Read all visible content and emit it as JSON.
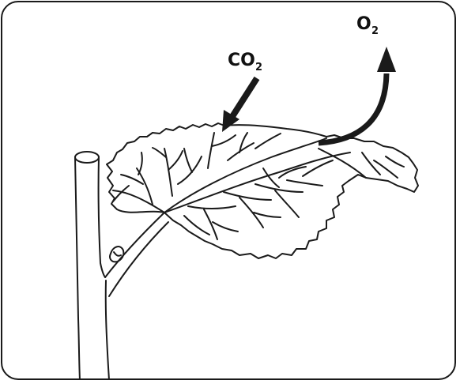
{
  "labels": {
    "co2_main": "CO",
    "co2_sub": "2",
    "o2_main": "O",
    "o2_sub": "2"
  },
  "colors": {
    "line": "#1a1a1a",
    "background": "#ffffff"
  }
}
